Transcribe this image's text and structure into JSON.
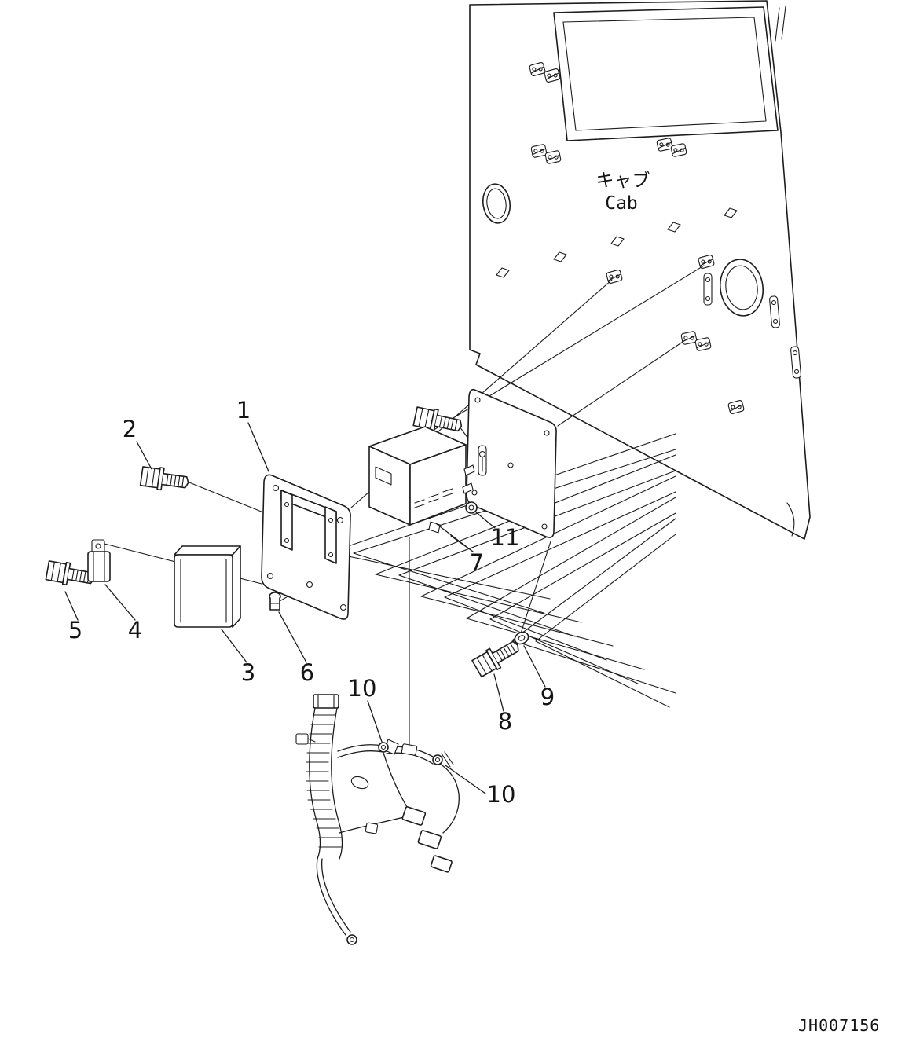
{
  "labels": {
    "cab_jp": "キャブ",
    "cab_en": "Cab",
    "drawing_id": "JH007156"
  },
  "callouts": {
    "c1": "1",
    "c2": "2",
    "c3": "3",
    "c4": "4",
    "c5": "5",
    "c6": "6",
    "c7": "7",
    "c8": "8",
    "c9": "9",
    "c10_upper": "10",
    "c10_lower": "10",
    "c11": "11"
  }
}
